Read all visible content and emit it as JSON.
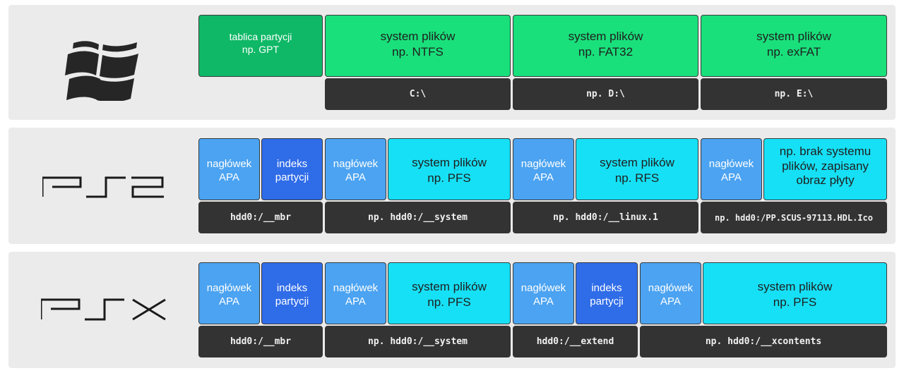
{
  "windows": {
    "logo": "windows-logo",
    "partition_table": "tablica partycji\nnp. GPT",
    "fs_1": "system plików\nnp. NTFS",
    "fs_2": "system plików\nnp. FAT32",
    "fs_3": "system plików\nnp. exFAT",
    "path_1": "C:\\",
    "path_2": "np. D:\\",
    "path_3": "np. E:\\"
  },
  "ps2": {
    "logo": "PS2",
    "apa_header": "nagłówek\nAPA",
    "partition_index": "indeks\npartycji",
    "fs_1": "system plików\nnp. PFS",
    "fs_2": "system plików\nnp. RFS",
    "fs_3": "np. brak systemu\nplików, zapisany\nobraz płyty",
    "path_0": "hdd0:/__mbr",
    "path_1": "np. hdd0:/__system",
    "path_2": "np. hdd0:/__linux.1",
    "path_3": "np. hdd0:/PP.SCUS-97113.HDL.Ico"
  },
  "psx": {
    "logo": "PSX",
    "apa_header": "nagłówek\nAPA",
    "partition_index": "indeks\npartycji",
    "fs_1": "system plików\nnp. PFS",
    "fs_2": "system plików\nnp. PFS",
    "path_0": "hdd0:/__mbr",
    "path_1": "np. hdd0:/__system",
    "path_2": "hdd0:/__extend",
    "path_3": "np. hdd0:/__xcontents"
  },
  "colors": {
    "partition_table": "#0fb866",
    "filesystem_windows": "#19e07b",
    "apa_header": "#4ba3f1",
    "partition_index": "#2f6ce8",
    "filesystem_ps": "#16e0f5",
    "path_label": "#333333",
    "panel": "#ebebeb"
  }
}
